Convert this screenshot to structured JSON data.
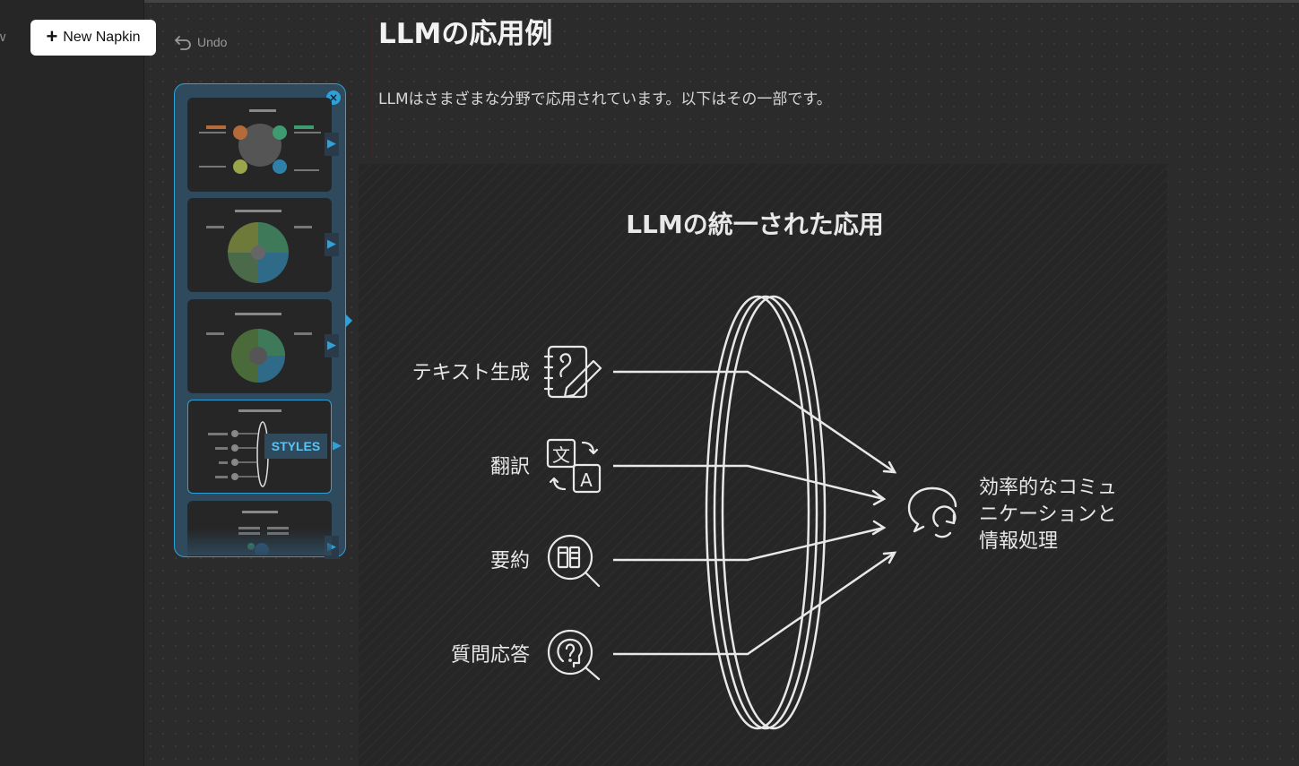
{
  "toolbar": {
    "new_napkin_label": "New Napkin",
    "undo_label": "Undo"
  },
  "document": {
    "title": "LLMの応用例",
    "body": "LLMはさまざまな分野で応用されています。以下はその一部です。"
  },
  "graphic": {
    "title": "LLMの統一された応用",
    "inputs": [
      {
        "label": "テキスト生成",
        "icon": "text-generation-icon"
      },
      {
        "label": "翻訳",
        "icon": "translation-icon"
      },
      {
        "label": "要約",
        "icon": "summary-icon"
      },
      {
        "label": "質問応答",
        "icon": "question-answer-icon"
      }
    ],
    "output": {
      "lines": [
        "効率的なコミュ",
        "ニケーションと",
        "情報処理"
      ],
      "icon": "communication-cycle-icon"
    }
  },
  "styles_panel": {
    "label": "STYLES",
    "thumbnails": [
      "style-option-1",
      "style-option-2",
      "style-option-3",
      "style-option-4",
      "style-option-5"
    ],
    "selected_index": 3
  },
  "colors": {
    "accent": "#2ea2d8",
    "background": "#2b2b2b",
    "panel": "#2f4a5d"
  }
}
